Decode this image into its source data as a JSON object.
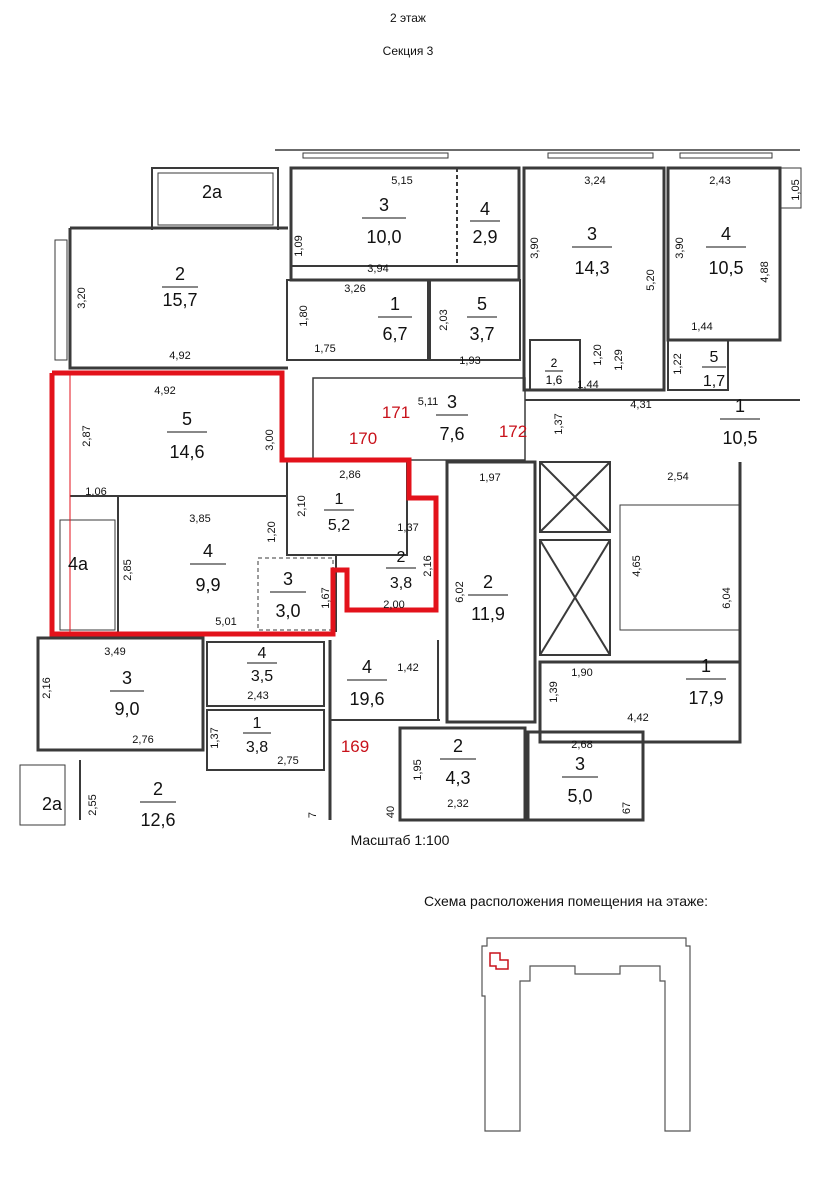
{
  "header": {
    "floor": "2 этаж",
    "section": "Секция 3"
  },
  "scale_label": "Масштаб 1:100",
  "schema_label": "Схема расположения помещения на этаже:",
  "colors": {
    "highlight": "#e3121b",
    "wall": "#3a3a3a",
    "apartment_label": "#c8121b"
  },
  "rooms": [
    {
      "num": "2а",
      "area": ""
    },
    {
      "num": "2",
      "area": "15,7"
    },
    {
      "num": "3",
      "area": "10,0"
    },
    {
      "num": "4",
      "area": "2,9"
    },
    {
      "num": "1",
      "area": "6,7"
    },
    {
      "num": "5",
      "area": "3,7"
    },
    {
      "num": "3",
      "area": "14,3"
    },
    {
      "num": "4",
      "area": "10,5"
    },
    {
      "num": "2",
      "area": "1,6"
    },
    {
      "num": "5",
      "area": "1,7"
    },
    {
      "num": "1",
      "area": "10,5"
    },
    {
      "num": "5",
      "area": "14,6"
    },
    {
      "num": "3",
      "area": "7,6"
    },
    {
      "num": "1",
      "area": "5,2"
    },
    {
      "num": "4а",
      "area": ""
    },
    {
      "num": "4",
      "area": "9,9"
    },
    {
      "num": "2",
      "area": "3,8"
    },
    {
      "num": "3",
      "area": "3,0"
    },
    {
      "num": "2",
      "area": "11,9"
    },
    {
      "num": "1",
      "area": "17,9"
    },
    {
      "num": "4",
      "area": "3,5"
    },
    {
      "num": "3",
      "area": "9,0"
    },
    {
      "num": "4",
      "area": "19,6"
    },
    {
      "num": "1",
      "area": "3,8"
    },
    {
      "num": "2",
      "area": "4,3"
    },
    {
      "num": "3",
      "area": "5,0"
    },
    {
      "num": "2а",
      "area": ""
    },
    {
      "num": "2",
      "area": "12,6"
    }
  ],
  "dimensions": [
    "5,15",
    "3,24",
    "2,43",
    "1,05",
    "1,09",
    "3,94",
    "3,90",
    "3,90",
    "4,88",
    "5,20",
    "3,20",
    "3,26",
    "1,80",
    "2,03",
    "1,75",
    "1,93",
    "1,44",
    "1,20",
    "1,29",
    "1,22",
    "1,44",
    "4,92",
    "4,92",
    "5,11",
    "4,31",
    "1,37",
    "2,87",
    "3,00",
    "2,86",
    "1,97",
    "2,54",
    "1,06",
    "2,10",
    "3,85",
    "1,37",
    "1,20",
    "2,85",
    "2,16",
    "4,65",
    "6,04",
    "1,67",
    "6,02",
    "5,01",
    "2,00",
    "3,49",
    "1,42",
    "2,16",
    "2,43",
    "1,90",
    "1,39",
    "4,42",
    "2,76",
    "1,37",
    "2,75",
    "2,68",
    "1,95",
    "2,32",
    "2,55",
    "40",
    "67",
    "7"
  ],
  "apartments": [
    "171",
    "170",
    "172",
    "169"
  ]
}
